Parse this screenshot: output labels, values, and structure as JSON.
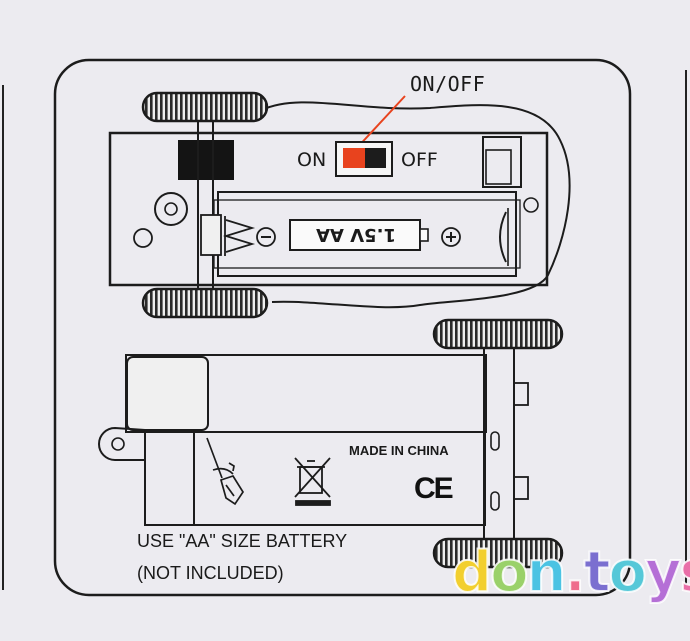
{
  "labels": {
    "on_off": "ON/OFF",
    "on": "ON",
    "off": "OFF",
    "battery": "1.5V AA",
    "made_in": "MADE IN CHINA",
    "ce_mark": "CE",
    "use_battery": "USE  \"AA\" SIZE BATTERY",
    "not_included": "(NOT INCLUDED)"
  },
  "watermark": {
    "letters": [
      {
        "ch": "d",
        "color": "#f2cf2e"
      },
      {
        "ch": "o",
        "color": "#9ad16a"
      },
      {
        "ch": "n",
        "color": "#4bc3e3"
      },
      {
        "ch": ".",
        "color": "#ef6c8c"
      },
      {
        "ch": "t",
        "color": "#7b6fd0"
      },
      {
        "ch": "o",
        "color": "#56c8d8"
      },
      {
        "ch": "y",
        "color": "#b56fd6"
      },
      {
        "ch": "s",
        "color": "#e96fa8"
      }
    ]
  },
  "colors": {
    "background": "#ecebf0",
    "line": "#1c1c1c",
    "switch_accent": "#e8431e",
    "tire": "#2a2a2a"
  },
  "icons": [
    "recycle-crossed-bin-icon",
    "hand-screwdriver-icon",
    "ce-mark-icon",
    "battery-icon"
  ]
}
